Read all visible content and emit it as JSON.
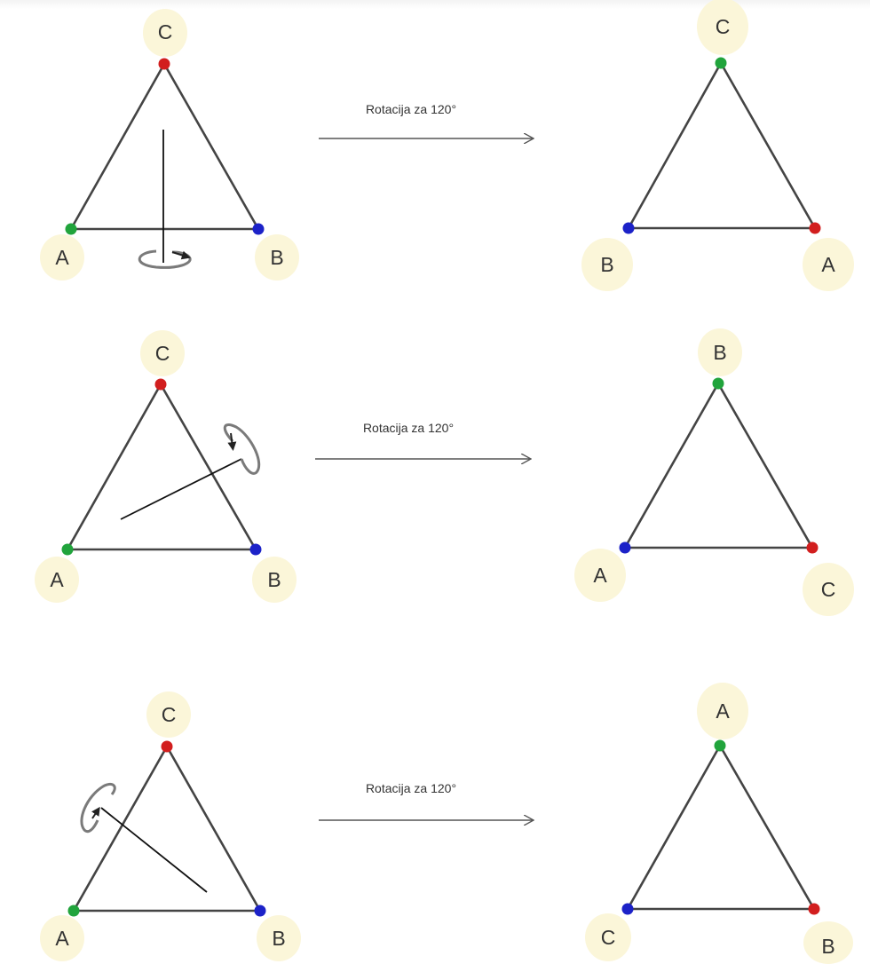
{
  "colors": {
    "edge": "#444444",
    "label_bg": "#fbf6d9",
    "green_dot": "#21a43c",
    "red_dot": "#d21e1e",
    "blue_dot": "#1c22c8",
    "axis": "#111111",
    "rotation_arrow": "#777777"
  },
  "rows": [
    {
      "left": {
        "top": {
          "label": "C",
          "dot": "red"
        },
        "bottom_left": {
          "label": "A",
          "dot": "green"
        },
        "bottom_right": {
          "label": "B",
          "dot": "blue"
        },
        "axis_icon": "vertical-rotation-axis-icon"
      },
      "arrow": {
        "label": "Rotacija za 120°",
        "icon": "arrow-right-icon"
      },
      "right": {
        "top": {
          "label": "C",
          "dot": "green"
        },
        "bottom_left": {
          "label": "B",
          "dot": "blue"
        },
        "bottom_right": {
          "label": "A",
          "dot": "red"
        }
      }
    },
    {
      "left": {
        "top": {
          "label": "C",
          "dot": "red"
        },
        "bottom_left": {
          "label": "A",
          "dot": "green"
        },
        "bottom_right": {
          "label": "B",
          "dot": "blue"
        },
        "axis_icon": "tilted-rotation-axis-icon"
      },
      "arrow": {
        "label": "Rotacija za 120°",
        "icon": "arrow-right-icon"
      },
      "right": {
        "top": {
          "label": "B",
          "dot": "green"
        },
        "bottom_left": {
          "label": "A",
          "dot": "blue"
        },
        "bottom_right": {
          "label": "C",
          "dot": "red"
        }
      }
    },
    {
      "left": {
        "top": {
          "label": "C",
          "dot": "red"
        },
        "bottom_left": {
          "label": "A",
          "dot": "green"
        },
        "bottom_right": {
          "label": "B",
          "dot": "blue"
        },
        "axis_icon": "tilted-rotation-axis-icon"
      },
      "arrow": {
        "label": "Rotacija za 120°",
        "icon": "arrow-right-icon"
      },
      "right": {
        "top": {
          "label": "A",
          "dot": "green"
        },
        "bottom_left": {
          "label": "C",
          "dot": "blue"
        },
        "bottom_right": {
          "label": "B",
          "dot": "red"
        }
      }
    }
  ]
}
